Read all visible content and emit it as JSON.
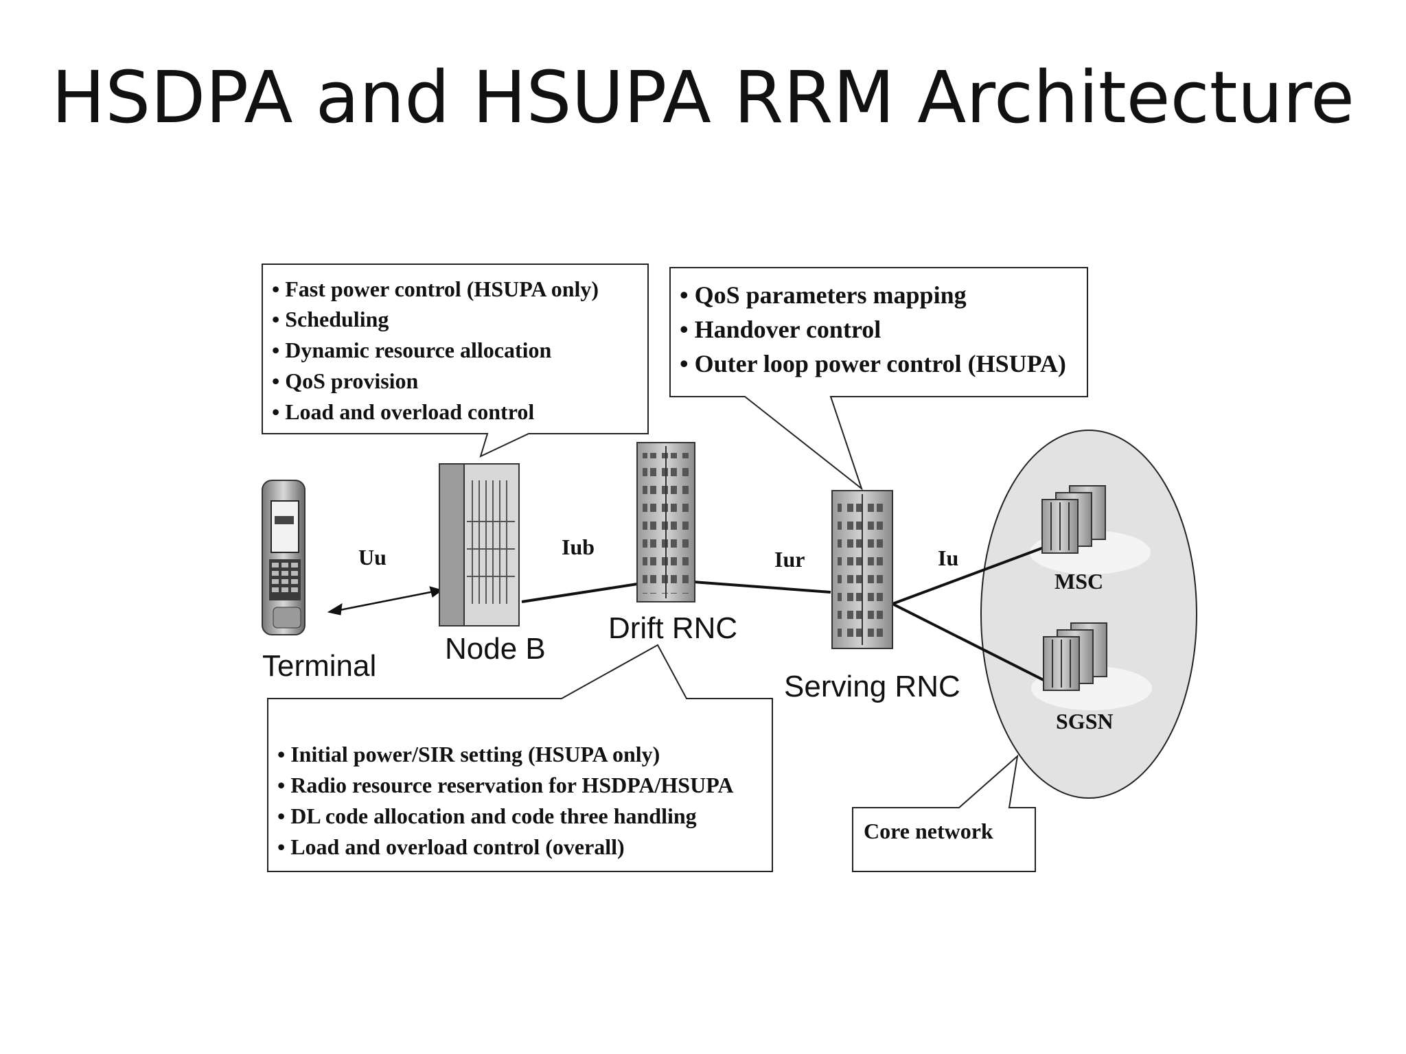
{
  "slide": {
    "title": "HSDPA and HSUPA RRM Architecture"
  },
  "nodes": {
    "terminal": "Terminal",
    "node_b": "Node B",
    "drift_rnc": "Drift RNC",
    "serving_rnc": "Serving RNC",
    "msc": "MSC",
    "sgsn": "SGSN"
  },
  "interfaces": {
    "uu": "Uu",
    "iub": "Iub",
    "iur": "Iur",
    "iu": "Iu"
  },
  "callouts": {
    "node_b": [
      "• Fast power control (HSUPA only)",
      "• Scheduling",
      "• Dynamic resource allocation",
      "• QoS provision",
      "• Load and overload control"
    ],
    "serving_rnc": [
      "•  QoS parameters mapping",
      "•  Handover control",
      "•  Outer loop power control (HSUPA)"
    ],
    "drift_rnc": [
      "• Initial power/SIR setting (HSUPA only)",
      "• Radio resource reservation for HSDPA/HSUPA",
      "• DL code allocation and code three handling",
      "• Load and overload control (overall)"
    ],
    "core_network": "Core network"
  },
  "icons": {
    "terminal": "mobile-phone-icon",
    "node_b": "base-station-cabinet-icon",
    "rnc": "server-rack-icon",
    "core_server": "server-cluster-icon"
  },
  "colors": {
    "background": "#ffffff",
    "ink": "#111111",
    "core_cloud": "#e2e2e2"
  }
}
